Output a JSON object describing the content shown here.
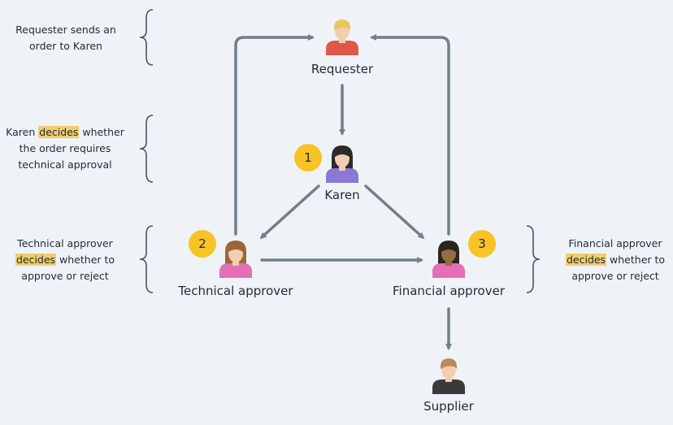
{
  "nodes": {
    "requester": {
      "label": "Requester",
      "hair": "#e8c65a",
      "shirt": "#e0574a",
      "skin": "#f3cdb0"
    },
    "karen": {
      "label": "Karen",
      "hair": "#2b2b2b",
      "shirt": "#8a78d6",
      "skin": "#f3cdb0"
    },
    "technical": {
      "label": "Technical approver",
      "hair": "#a0643c",
      "shirt": "#e46fb4",
      "skin": "#f3cdb0"
    },
    "financial": {
      "label": "Financial approver",
      "hair": "#2b2520",
      "shirt": "#e46fb4",
      "skin": "#9a6a44"
    },
    "supplier": {
      "label": "Supplier",
      "hair": "#b88a5c",
      "shirt": "#3a3a3a",
      "skin": "#f3cdb0"
    }
  },
  "badges": {
    "karen": "1",
    "technical": "2",
    "financial": "3"
  },
  "notes": {
    "requester": {
      "line1": "Requester sends an",
      "line2": "order to Karen"
    },
    "karen": {
      "pre": "Karen ",
      "highlight": "decides",
      "post": " whether",
      "line2": "the order requires",
      "line3": "technical approval"
    },
    "technical": {
      "line1": "Technical approver",
      "highlight": "decides",
      "post": " whether to",
      "line3": "approve or reject"
    },
    "financial": {
      "line1": "Financial approver",
      "highlight": "decides",
      "post": " whether to",
      "line3": "approve or reject"
    }
  },
  "colors": {
    "arrow": "#6f7f8e",
    "badge": "#f7c325",
    "highlight": "#f0ce6a",
    "brace": "#4a5663"
  }
}
